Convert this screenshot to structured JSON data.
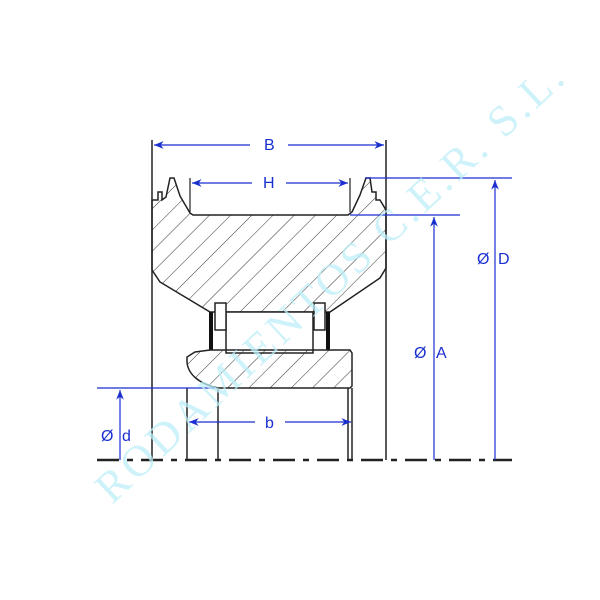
{
  "diagram": {
    "title": "Track roller bearing cross-section",
    "watermark": "RODAMIENTOS C.E.R. S.L.",
    "dimensions": {
      "B": "B",
      "H": "H",
      "D": "D",
      "A": "A",
      "d": "d",
      "b": "b",
      "diameter_symbol": "Ø"
    }
  },
  "colors": {
    "dimension": "#1a2fd0",
    "outline": "#222222",
    "watermark": "#bdeef8"
  }
}
